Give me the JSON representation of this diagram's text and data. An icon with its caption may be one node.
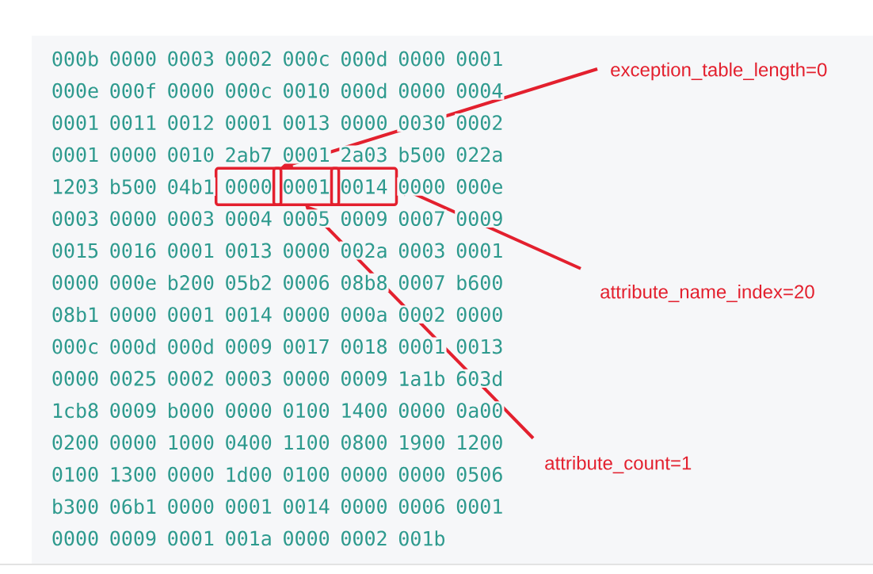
{
  "diagram": {
    "nodes": [
      {
        "text": [
          "0000"
        ]
      },
      {
        "text": [
          "0001"
        ]
      },
      {
        "text": [
          "0014"
        ]
      },
      {
        "text": [
          "exception_table_length=0"
        ]
      },
      {
        "text": [
          "attribute_name_index=20"
        ]
      },
      {
        "text": [
          "attribute_count=1"
        ]
      }
    ],
    "edges": [
      {
        "from": 3,
        "to": 0,
        "arrow": "to"
      },
      {
        "from": 4,
        "to": 2,
        "arrow": "to"
      },
      {
        "from": 5,
        "to": 1,
        "arrow": "to"
      }
    ],
    "labels": [
      "000b",
      "0000",
      "0003",
      "0002",
      "000c",
      "000d",
      "0000",
      "0001",
      "000e",
      "000f",
      "0000",
      "000c",
      "0010",
      "000d",
      "0000",
      "0004",
      "0001",
      "0011",
      "0012",
      "0001",
      "0013",
      "0000",
      "0030",
      "0002",
      "0001",
      "0000",
      "0010",
      "2ab7",
      "0001",
      "2a03",
      "b500",
      "022a",
      "1203",
      "b500",
      "04b1",
      "0000",
      "000e",
      "0003",
      "0000",
      "0003",
      "0004",
      "0005",
      "0009",
      "0007",
      "0009",
      "0015",
      "0016",
      "0001",
      "0013",
      "0000",
      "002a",
      "0003",
      "0001",
      "0000",
      "000e",
      "b200",
      "05b2",
      "0006",
      "08b8",
      "0007",
      "b600",
      "08b1",
      "0000",
      "0001",
      "0014",
      "0000",
      "000a",
      "0002",
      "0000",
      "000c",
      "000d",
      "000d",
      "0009",
      "0017",
      "0018",
      "0001",
      "0013",
      "0000",
      "0025",
      "0002",
      "0003",
      "0000",
      "0009",
      "1a1b",
      "603d",
      "1cb8",
      "0009",
      "b000",
      "0000",
      "0100",
      "1400",
      "0000",
      "0a00",
      "0200",
      "0000",
      "1000",
      "0400",
      "1100",
      "0800",
      "1900",
      "1200",
      "0100",
      "1300",
      "0000",
      "1d00",
      "0100",
      "0000",
      "0000",
      "0506",
      "b300",
      "06b1",
      "0000",
      "0001",
      "0014",
      "0000",
      "0006",
      "0001",
      "0000",
      "0009",
      "0001",
      "001a",
      "0000",
      "0002",
      "001b"
    ]
  }
}
